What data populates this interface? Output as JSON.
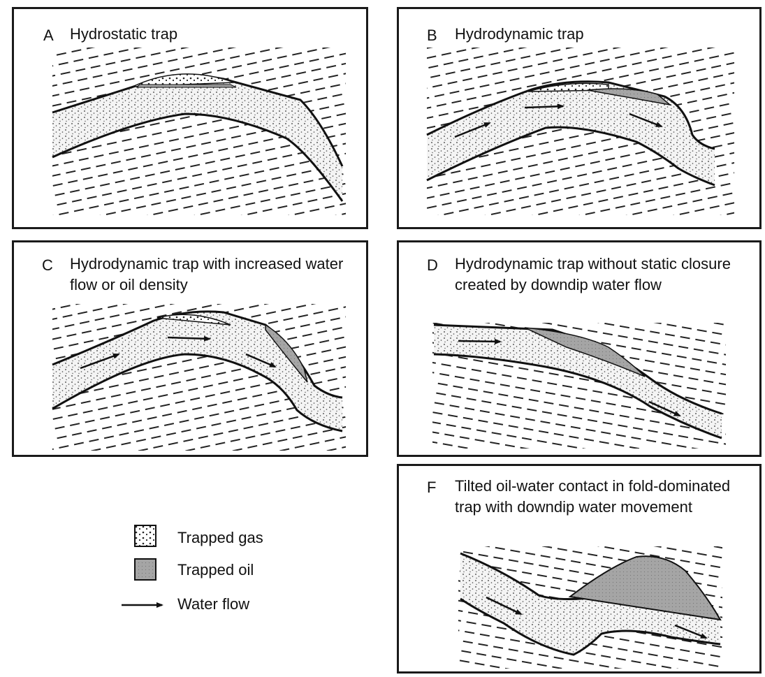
{
  "panels": [
    {
      "id": "A",
      "letter": "A",
      "title": "Hydrostatic trap"
    },
    {
      "id": "B",
      "letter": "B",
      "title": "Hydrodynamic trap"
    },
    {
      "id": "C",
      "letter": "C",
      "title": "Hydrodynamic trap with increased water flow or oil density"
    },
    {
      "id": "D",
      "letter": "D",
      "title": "Hydrodynamic trap without static closure created by downdip water flow"
    },
    {
      "id": "F",
      "letter": "F",
      "title": "Tilted oil-water contact in fold-dominated trap with downdip water movement"
    }
  ],
  "legend": {
    "gas": "Trapped gas",
    "oil": "Trapped oil",
    "flow": "Water flow"
  },
  "colors": {
    "line": "#1a1a1a",
    "oil": "#a8a8a8",
    "sand": "#f2f2f2",
    "gas": "#ffffff"
  }
}
